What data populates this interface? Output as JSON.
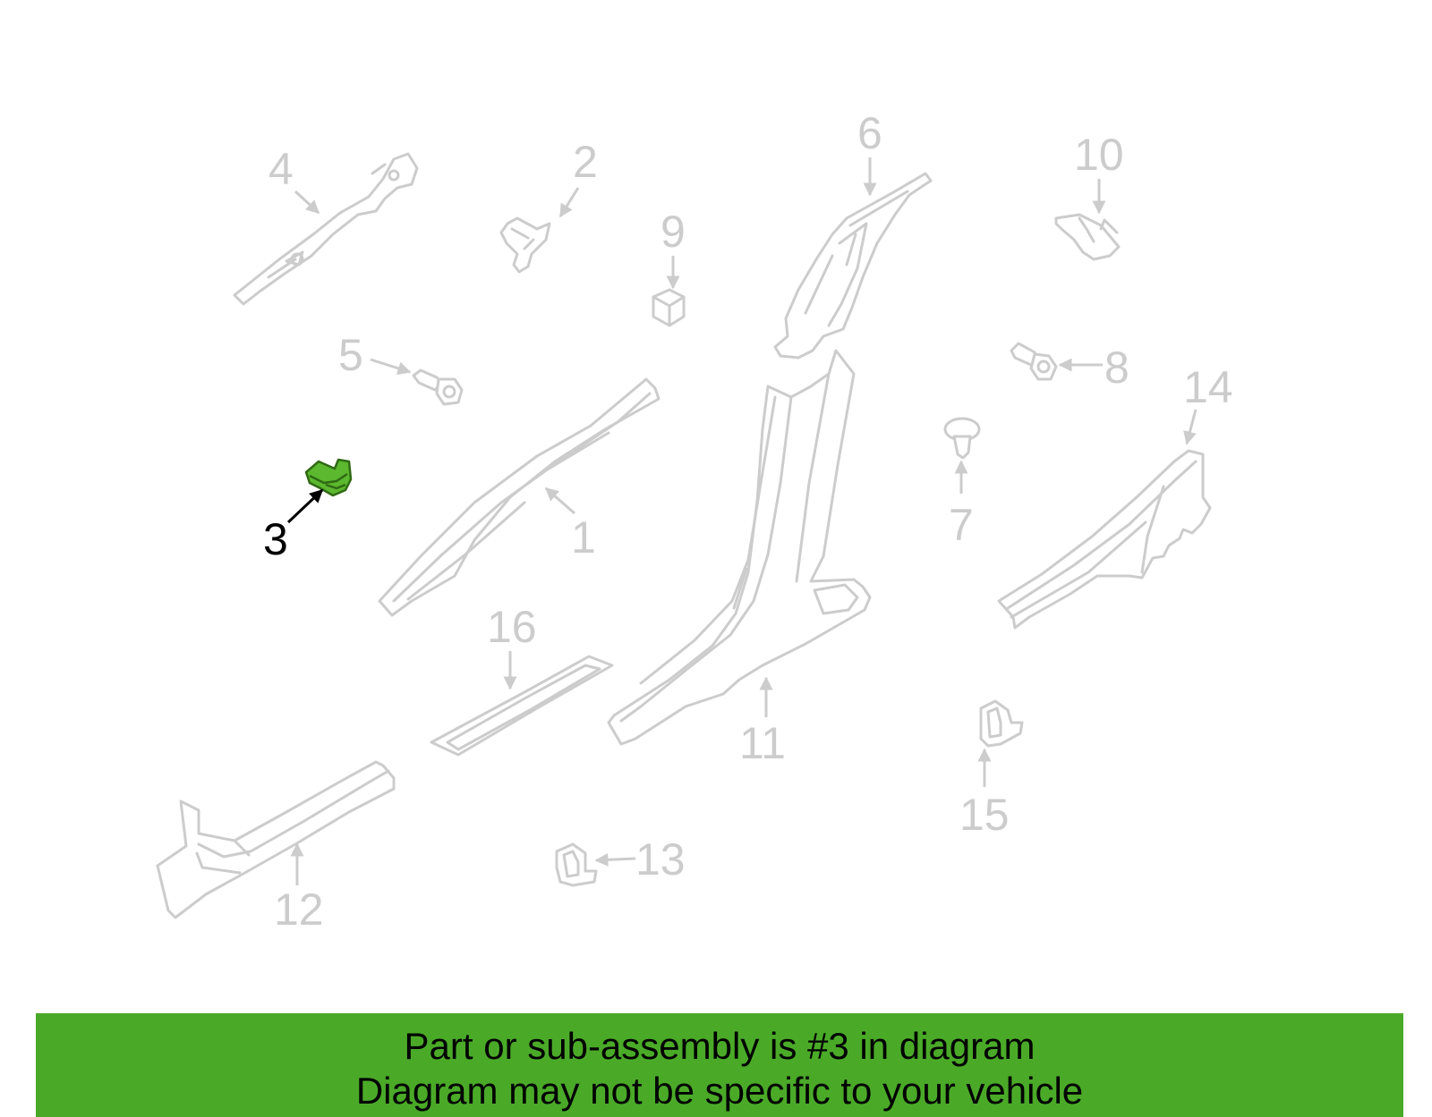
{
  "diagram": {
    "highlight_color": "#5cb82e",
    "callouts": {
      "c1": "1",
      "c2": "2",
      "c3": "3",
      "c4": "4",
      "c5": "5",
      "c6": "6",
      "c7": "7",
      "c8": "8",
      "c9": "9",
      "c10": "10",
      "c11": "11",
      "c12": "12",
      "c13": "13",
      "c14": "14",
      "c15": "15",
      "c16": "16"
    },
    "highlighted_callout": "3"
  },
  "banner": {
    "color": "#4aaa28",
    "line1": "Part or sub-assembly is #3 in diagram",
    "line2": "Diagram may not be specific to your vehicle"
  }
}
